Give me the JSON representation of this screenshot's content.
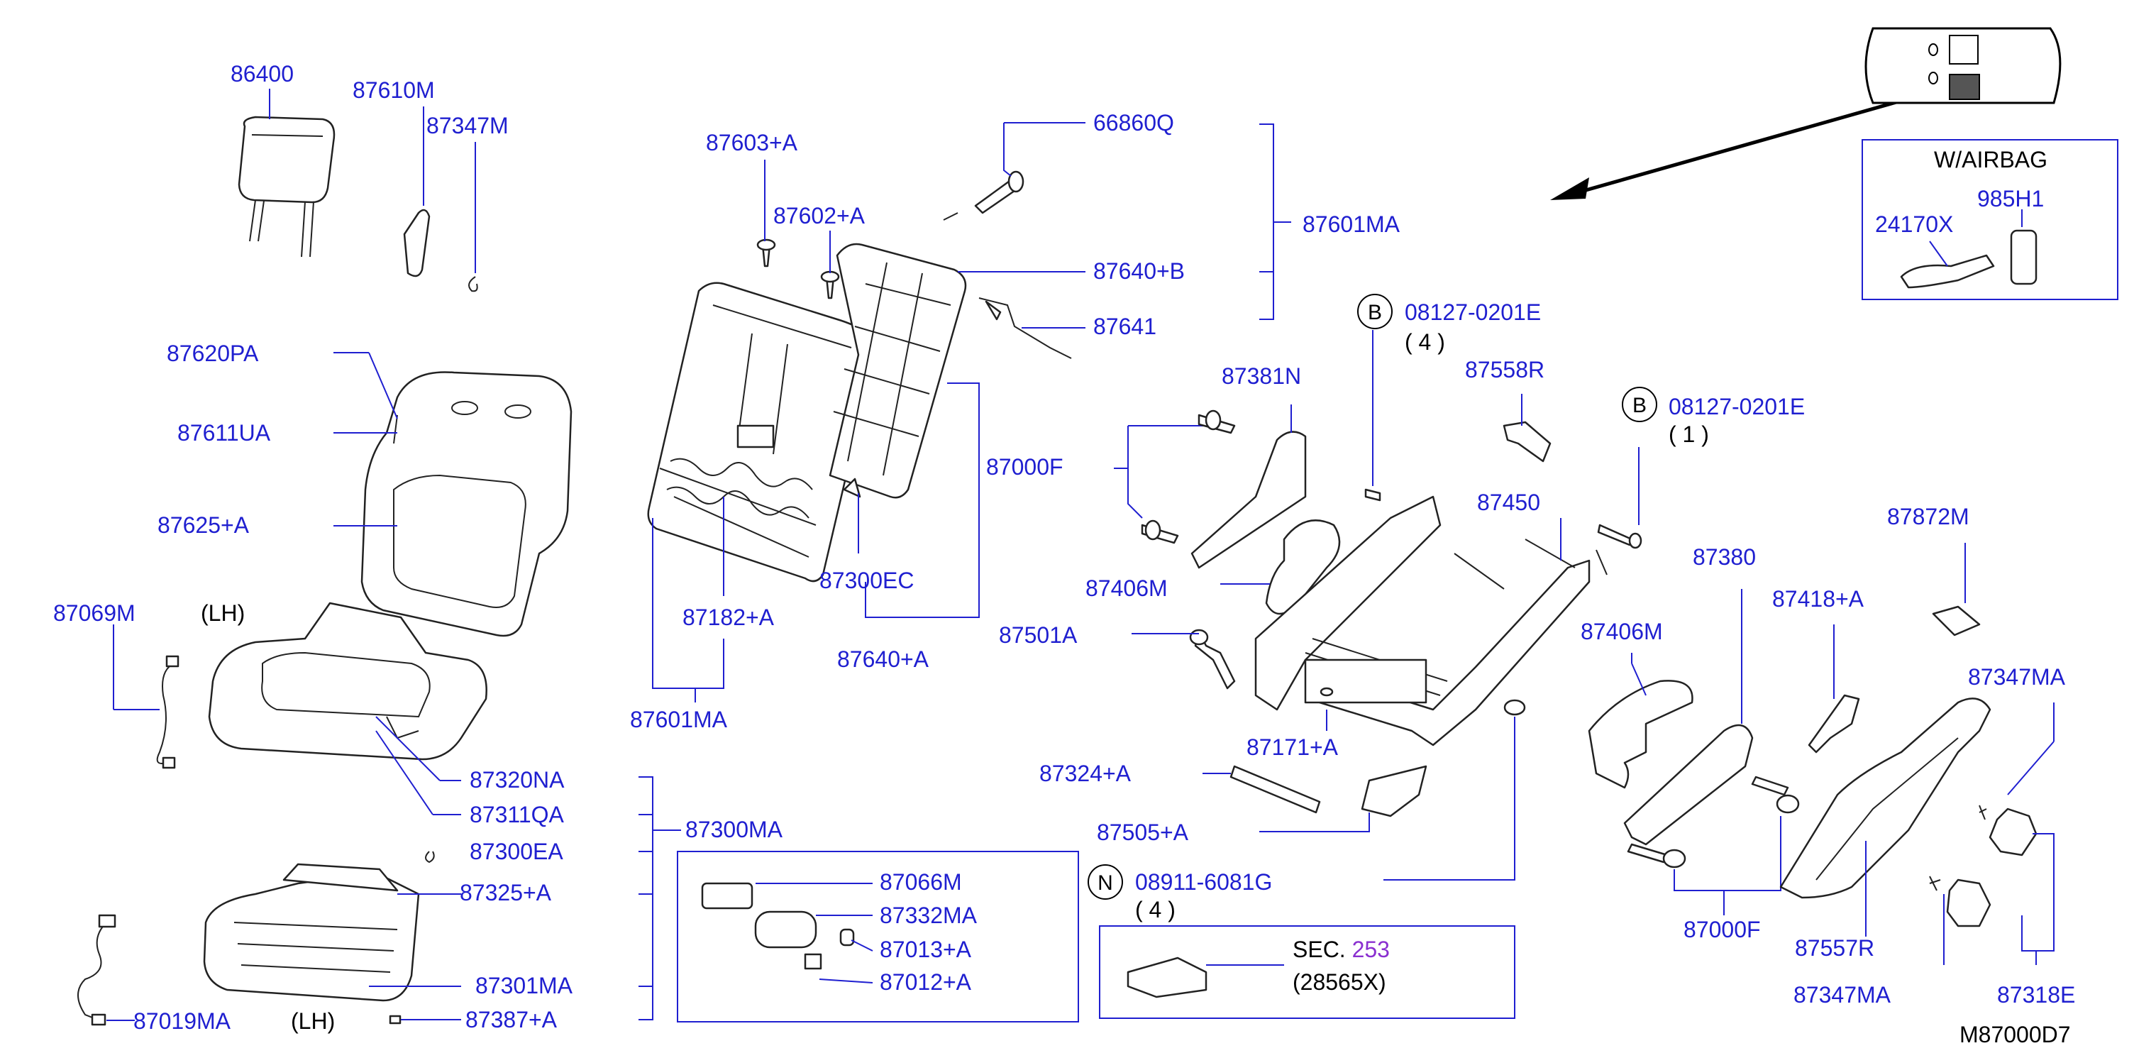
{
  "diagram": {
    "drawing_code": "M87000D7",
    "parts": {
      "p86400": "86400",
      "p87610M": "87610M",
      "p87347M": "87347M",
      "p87620PA": "87620PA",
      "p87611UA": "87611UA",
      "p87625A": "87625+A",
      "p87069M": "87069M",
      "lh1": "(LH)",
      "p87320NA": "87320NA",
      "p87311QA": "87311QA",
      "p87300EA": "87300EA",
      "p87325A": "87325+A",
      "p87301MA": "87301MA",
      "p87387A": "87387+A",
      "p87019MA": "87019MA",
      "lh2": "(LH)",
      "p87300MA": "87300MA",
      "p87066M": "87066M",
      "p87332MA": "87332MA",
      "p87013A": "87013+A",
      "p87012A": "87012+A",
      "p87603A": "87603+A",
      "p87602A": "87602+A",
      "p66860Q": "66860Q",
      "p87601MA_top": "87601MA",
      "p87640B": "87640+B",
      "p87641": "87641",
      "p87000F_mid": "87000F",
      "p87300EC": "87300EC",
      "p87182A": "87182+A",
      "p87640A": "87640+A",
      "p87601MA_bot": "87601MA",
      "p08127_1": "08127-0201E",
      "qty4_1": "( 4 )",
      "p87558R": "87558R",
      "p08127_2": "08127-0201E",
      "qty1": "( 1 )",
      "p87381N": "87381N",
      "p87450": "87450",
      "p87406M_1": "87406M",
      "p87501A": "87501A",
      "p87171A": "87171+A",
      "p87324A": "87324+A",
      "p87505A": "87505+A",
      "p08911": "08911-6081G",
      "qty4_2": "( 4 )",
      "sec": "SEC.",
      "sec_num": "253",
      "sec_part": "(28565X)",
      "p87380": "87380",
      "p87406M_2": "87406M",
      "p87418A": "87418+A",
      "p87872M": "87872M",
      "p87347MA_r": "87347MA",
      "p87000F_r": "87000F",
      "p87557R": "87557R",
      "p87347MA_b": "87347MA",
      "p87318E": "87318E",
      "airbag_title": "W/AIRBAG",
      "p985H1": "985H1",
      "p24170X": "24170X"
    },
    "circled_letters": {
      "b1": "B",
      "b2": "B",
      "n": "N"
    },
    "colors": {
      "part_label": "#1f1fd0",
      "outline": "#222222"
    }
  }
}
